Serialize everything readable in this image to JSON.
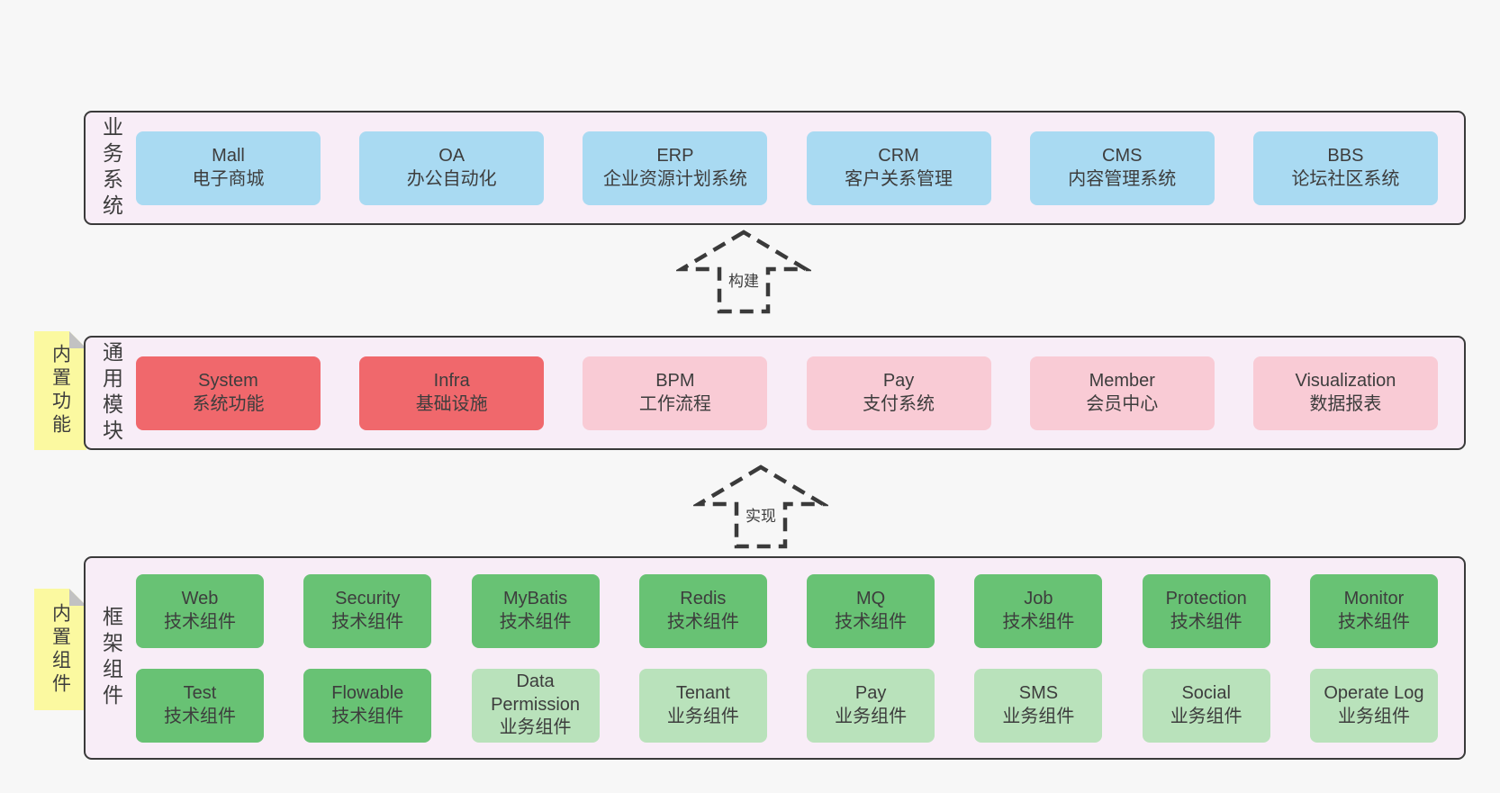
{
  "colors": {
    "page_bg": "#f7f7f7",
    "band_bg": "#f8edf7",
    "band_border": "#3a3a3a",
    "box_blue": "#a9daf2",
    "box_red": "#f0686c",
    "box_pink": "#f9cbd5",
    "box_green": "#68c274",
    "box_light_green": "#b9e2bb",
    "note_yellow": "#fbf9a0",
    "note_fold_gray": "#c2c2c2",
    "text": "#3d3d3d"
  },
  "arrows": [
    {
      "label": "构建"
    },
    {
      "label": "实现"
    }
  ],
  "layers": [
    {
      "label": "业务系统",
      "note": "",
      "rows": [
        [
          {
            "name": "Mall",
            "subtitle": "电子商城",
            "variant": "blue"
          },
          {
            "name": "OA",
            "subtitle": "办公自动化",
            "variant": "blue"
          },
          {
            "name": "ERP",
            "subtitle": "企业资源计划系统",
            "variant": "blue"
          },
          {
            "name": "CRM",
            "subtitle": "客户关系管理",
            "variant": "blue"
          },
          {
            "name": "CMS",
            "subtitle": "内容管理系统",
            "variant": "blue"
          },
          {
            "name": "BBS",
            "subtitle": "论坛社区系统",
            "variant": "blue"
          }
        ]
      ]
    },
    {
      "label": "通用模块",
      "note": "内置功能",
      "rows": [
        [
          {
            "name": "System",
            "subtitle": "系统功能",
            "variant": "red"
          },
          {
            "name": "Infra",
            "subtitle": "基础设施",
            "variant": "red"
          },
          {
            "name": "BPM",
            "subtitle": "工作流程",
            "variant": "pink"
          },
          {
            "name": "Pay",
            "subtitle": "支付系统",
            "variant": "pink"
          },
          {
            "name": "Member",
            "subtitle": "会员中心",
            "variant": "pink"
          },
          {
            "name": "Visualization",
            "subtitle": "数据报表",
            "variant": "pink"
          }
        ]
      ]
    },
    {
      "label": "框架组件",
      "note": "内置组件",
      "rows": [
        [
          {
            "name": "Web",
            "subtitle": "技术组件",
            "variant": "green"
          },
          {
            "name": "Security",
            "subtitle": "技术组件",
            "variant": "green"
          },
          {
            "name": "MyBatis",
            "subtitle": "技术组件",
            "variant": "green"
          },
          {
            "name": "Redis",
            "subtitle": "技术组件",
            "variant": "green"
          },
          {
            "name": "MQ",
            "subtitle": "技术组件",
            "variant": "green"
          },
          {
            "name": "Job",
            "subtitle": "技术组件",
            "variant": "green"
          },
          {
            "name": "Protection",
            "subtitle": "技术组件",
            "variant": "green"
          },
          {
            "name": "Monitor",
            "subtitle": "技术组件",
            "variant": "green"
          }
        ],
        [
          {
            "name": "Test",
            "subtitle": "技术组件",
            "variant": "green"
          },
          {
            "name": "Flowable",
            "subtitle": "技术组件",
            "variant": "green"
          },
          {
            "name": "Data Permission",
            "subtitle": "业务组件",
            "variant": "lightgreen"
          },
          {
            "name": "Tenant",
            "subtitle": "业务组件",
            "variant": "lightgreen"
          },
          {
            "name": "Pay",
            "subtitle": "业务组件",
            "variant": "lightgreen"
          },
          {
            "name": "SMS",
            "subtitle": "业务组件",
            "variant": "lightgreen"
          },
          {
            "name": "Social",
            "subtitle": "业务组件",
            "variant": "lightgreen"
          },
          {
            "name": "Operate Log",
            "subtitle": "业务组件",
            "variant": "lightgreen"
          }
        ]
      ]
    }
  ]
}
